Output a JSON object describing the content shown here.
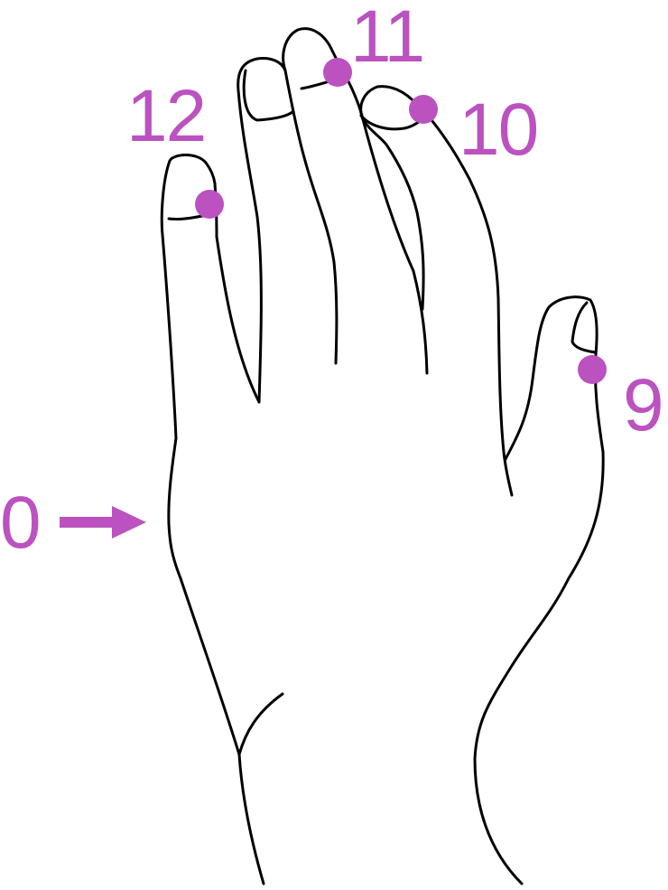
{
  "landmarks": [
    {
      "id": "0",
      "label": "0",
      "marker": "arrow"
    },
    {
      "id": "9",
      "label": "9",
      "marker": "dot"
    },
    {
      "id": "10",
      "label": "10",
      "marker": "dot"
    },
    {
      "id": "11",
      "label": "11",
      "marker": "dot"
    },
    {
      "id": "12",
      "label": "12",
      "marker": "dot"
    }
  ],
  "colors": {
    "accent": "#bb52c0",
    "outline": "#000000",
    "background": "#ffffff"
  }
}
